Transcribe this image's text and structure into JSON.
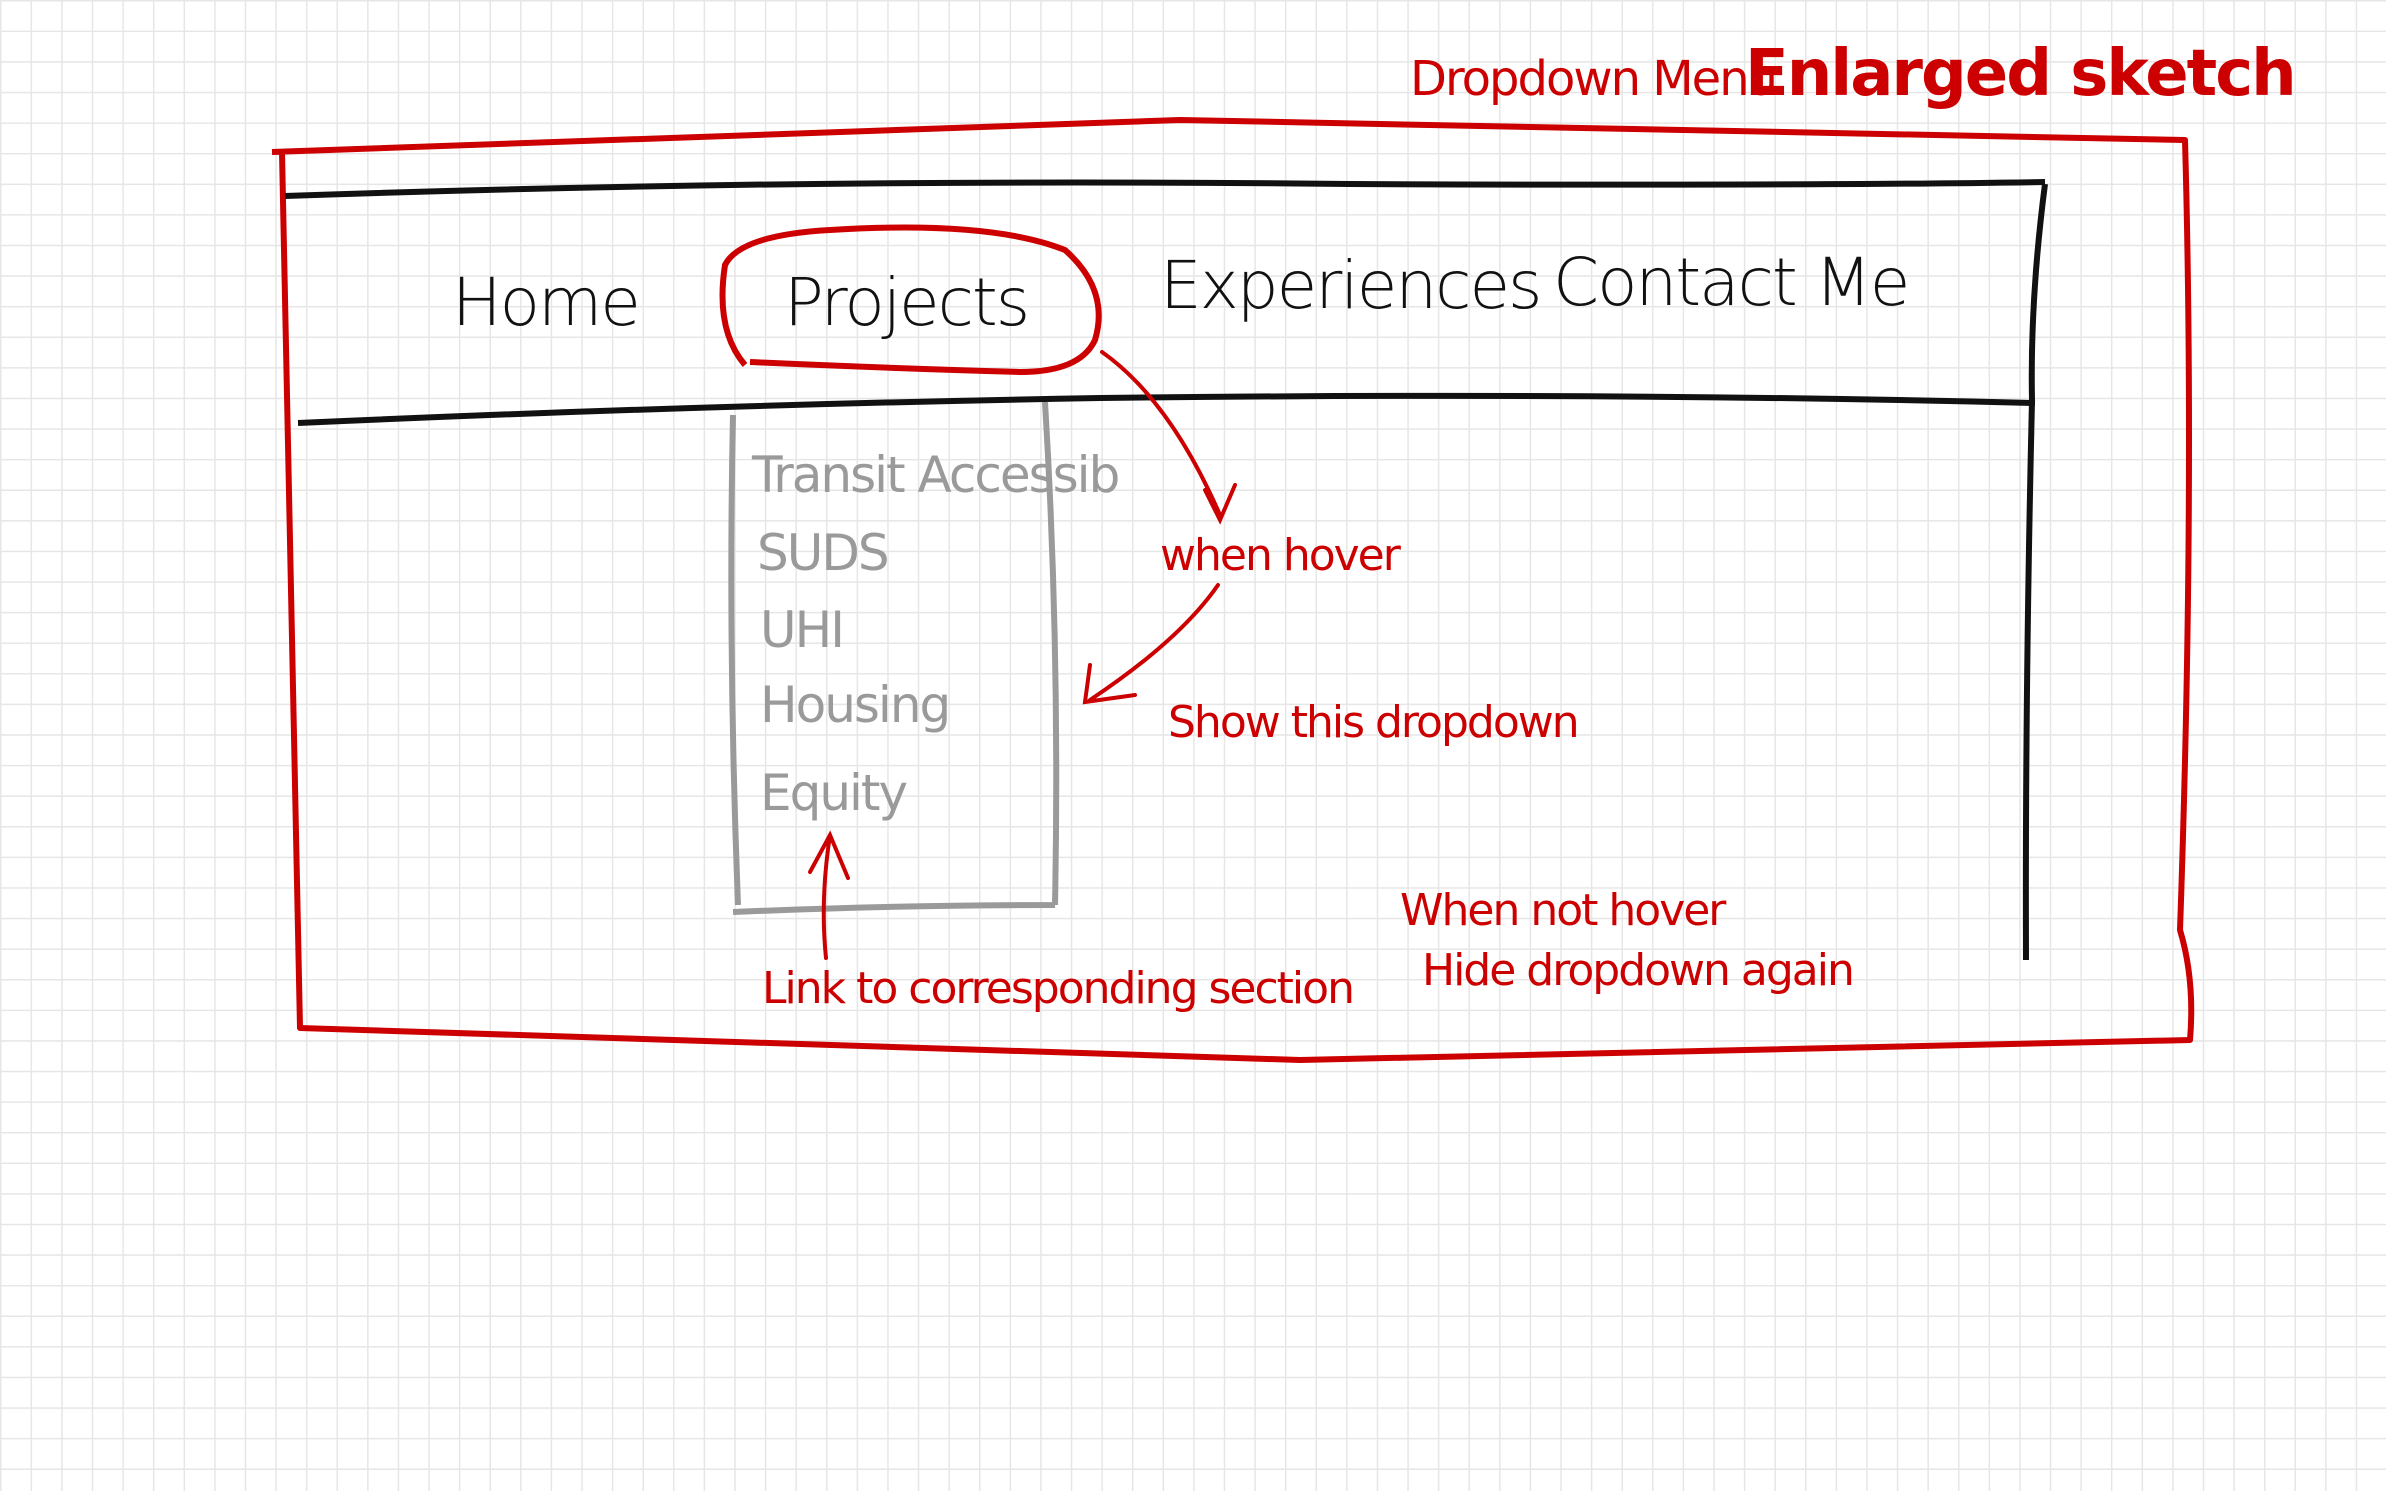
{
  "title": {
    "label": "Dropdown Menu :",
    "emphasis": "Enlarged sketch"
  },
  "nav": {
    "items": [
      "Home",
      "Projects",
      "Experiences",
      "Contact Me"
    ]
  },
  "dropdown": {
    "items": [
      "Transit Accessib",
      "SUDS",
      "UHI",
      "Housing",
      "Equity"
    ]
  },
  "annotations": {
    "hover": "when hover",
    "show": "Show this dropdown",
    "link": "Link to corresponding section",
    "not_hover_line1": "When not hover",
    "not_hover_line2": "Hide dropdown again"
  },
  "colors": {
    "annotation": "#cc0000",
    "nav_stroke": "#111111",
    "dropdown_stroke": "#9a9a9a",
    "grid": "#e6e6e6"
  }
}
